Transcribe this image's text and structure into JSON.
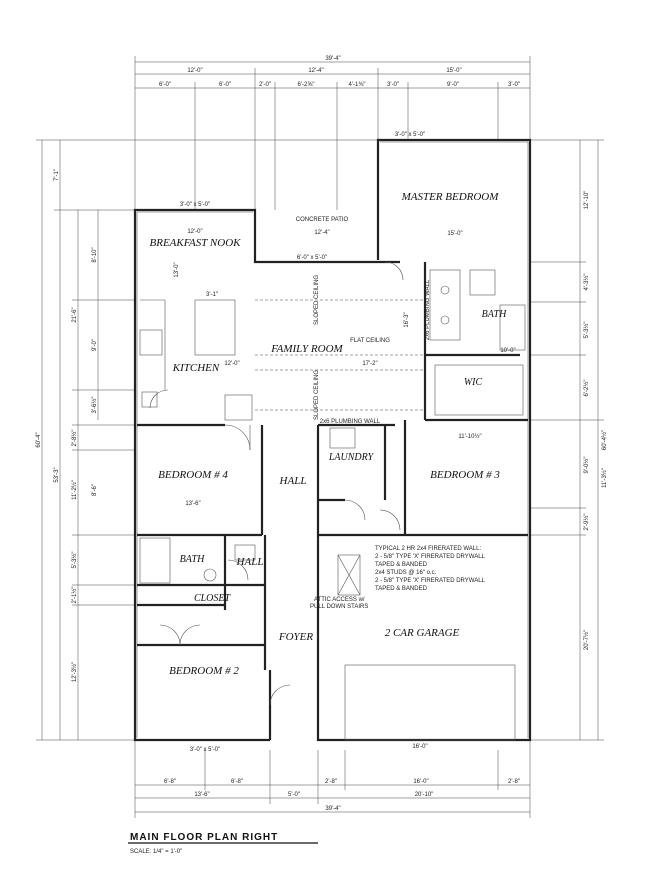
{
  "plan": {
    "title": "MAIN FLOOR PLAN RIGHT",
    "scale": "SCALE: 1/4\" = 1'-0\""
  },
  "dimensions": {
    "top_overall": "39'-4\"",
    "top_row2": [
      "12'-0\"",
      "12'-4\"",
      "15'-0\""
    ],
    "top_row3": [
      "6'-0\"",
      "6'-0\"",
      "2'-0\"",
      "6'-2⅝\"",
      "4'-1⅜\"",
      "3'-0\"",
      "9'-0\"",
      "3'-0\""
    ],
    "bottom_row1": [
      "6'-8\"",
      "6'-8\"",
      "2'-8\"",
      "16'-0\"",
      "2'-8\""
    ],
    "bottom_row2": [
      "13'-6\"",
      "5'-0\"",
      "20'-10\""
    ],
    "bottom_overall": "39'-4\"",
    "left_overall": "60'-4\"",
    "left_row2": [
      "7'-1\"",
      "53'-3\""
    ],
    "left_row3": [
      "8'-10\"",
      "21'-6\"",
      "9'-0\"",
      "3'-6½\"",
      "2'-8½\"",
      "11'-2½\"",
      "8'-6\"",
      "5'-3½\"",
      "2'-1½\"",
      "12'-3½\""
    ],
    "right_overall": "60'-4½\"",
    "right_row2": [
      "12'-10\"",
      "4'-3½\"",
      "5'-3½\"",
      "6'-2½\"",
      "11'-3½\"",
      "9'-0½\"",
      "2'-9½\"",
      "20'-7½\""
    ]
  },
  "rooms": {
    "master_bedroom": "MASTER BEDROOM",
    "concrete_patio": "CONCRETE PATIO",
    "breakfast_nook": "BREAKFAST NOOK",
    "family_room": "FAMILY ROOM",
    "kitchen": "KITCHEN",
    "bath_master": "BATH",
    "wic": "WIC",
    "laundry": "LAUNDRY",
    "bedroom4": "BEDROOM # 4",
    "hall1": "HALL",
    "bedroom3": "BEDROOM # 3",
    "bath2": "BATH",
    "hall2": "HALL",
    "closet": "CLOSET",
    "foyer": "FOYER",
    "garage": "2 CAR GARAGE",
    "bedroom2": "BEDROOM # 2"
  },
  "labels": {
    "sloped1": "SLOPED CEILING",
    "sloped2": "SLOPED CEILING",
    "flat": "FLAT CEILING",
    "plumbing": "2x6 PLUMBING WALL",
    "plumbing2": "2x6 PLUMBING WALL",
    "attic": [
      "ATTIC ACCESS w/",
      "PULL DOWN STAIRS"
    ],
    "fire_note": [
      "TYPICAL 2 HR 2x4 FIRERATED WALL:",
      "2 - 5/8\" TYPE 'X' FIRERATED DRYWALL",
      "TAPED & BANDED",
      "2x4 STUDS @ 16\" o.c.",
      "2 - 5/8\" TYPE 'X' FIRERATED DRYWALL",
      "TAPED & BANDED"
    ]
  },
  "room_dims": {
    "master_w": "15'-0\"",
    "patio_w": "12'-4\"",
    "nook_w": "12'-0\"",
    "nook_h": "13'-0\"",
    "kitchen_w": "12'-0\"",
    "family_w": "17'-2\"",
    "family_h": "16'-3\"",
    "bed4_w": "13'-6\"",
    "bed3_w": "11'-10½\"",
    "garage_w": "16'-0\"",
    "bath_w": "10'-0\"",
    "window1": "6'-0\" x 5'-0\"",
    "window2": "3'-0\" x 5'-0\"",
    "window3": "3'-0\" x 5'-0\"",
    "window4": "3'-0\" x 5'-0\"",
    "island": "3'-1\""
  }
}
